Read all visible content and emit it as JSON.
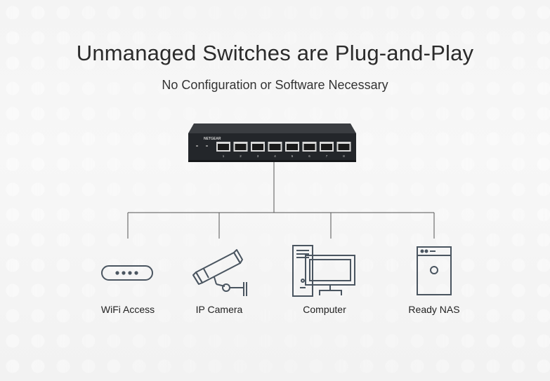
{
  "title": "Unmanaged Switches are Plug-and-Play",
  "subtitle": "No Configuration or Software Necessary",
  "switch": {
    "brand": "NETGEAR",
    "port_labels": [
      "1",
      "2",
      "3",
      "4",
      "5",
      "6",
      "7",
      "8"
    ]
  },
  "devices": [
    {
      "label": "WiFi Access",
      "icon": "wifi-access-point-icon"
    },
    {
      "label": "IP Camera",
      "icon": "ip-camera-icon"
    },
    {
      "label": "Computer",
      "icon": "computer-icon"
    },
    {
      "label": "Ready NAS",
      "icon": "nas-icon"
    }
  ],
  "colors": {
    "icon_stroke": "#4a5560",
    "line": "#555555",
    "switch_body": "#2a2d30"
  }
}
